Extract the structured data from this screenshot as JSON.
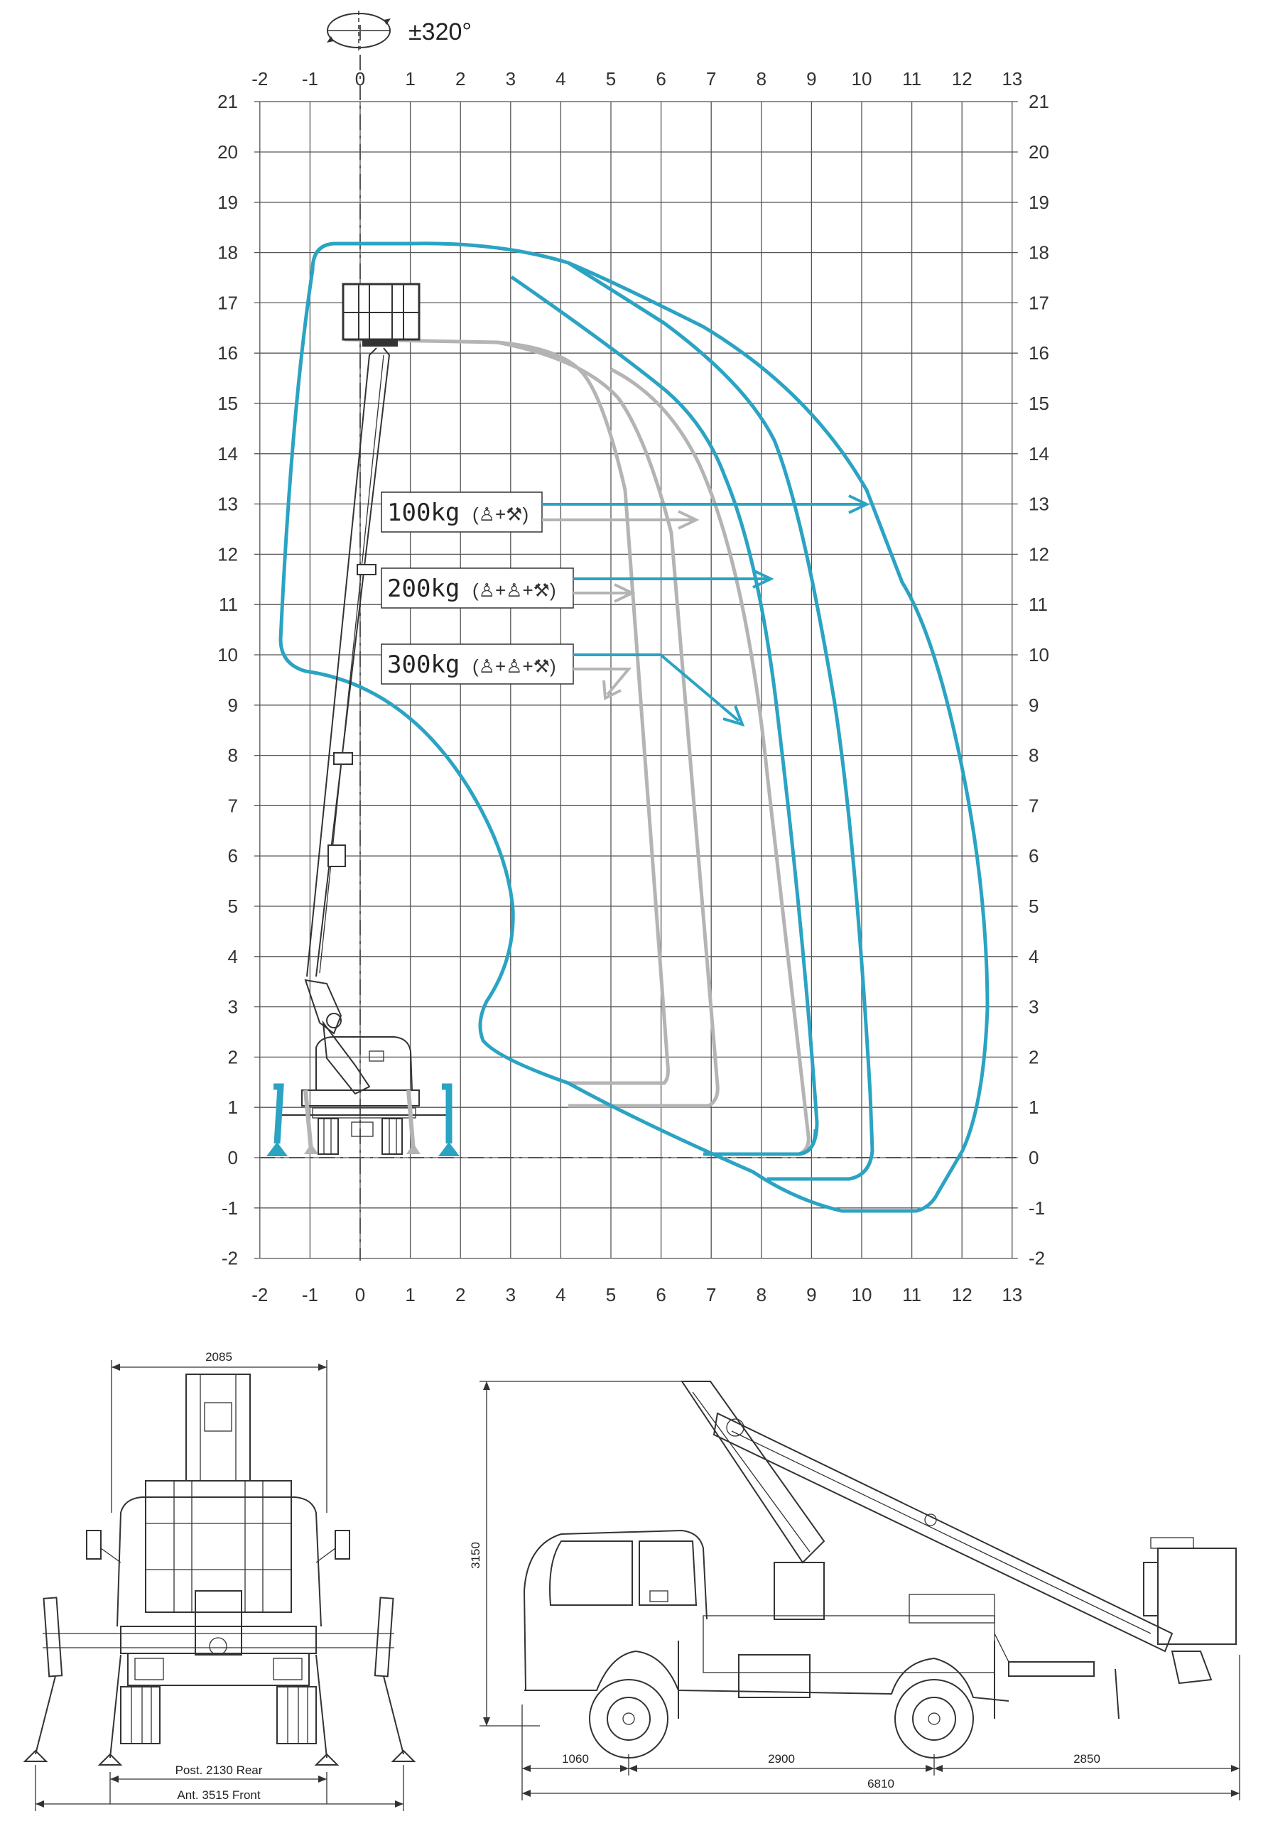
{
  "rotation": {
    "symbol": "rotation-symbol",
    "label": "±320°"
  },
  "chart": {
    "x_ticks": [
      -2,
      -1,
      0,
      1,
      2,
      3,
      4,
      5,
      6,
      7,
      8,
      9,
      10,
      11,
      12,
      13
    ],
    "y_ticks": [
      -2,
      -1,
      0,
      1,
      2,
      3,
      4,
      5,
      6,
      7,
      8,
      9,
      10,
      11,
      12,
      13,
      14,
      15,
      16,
      17,
      18,
      19,
      20,
      21
    ],
    "colors": {
      "envelope": "#2ba3c3",
      "reduced_envelope": "#b4b4b4",
      "grid": "#555555"
    }
  },
  "load_labels": [
    {
      "text": "100kg",
      "icons": "person + tool"
    },
    {
      "text": "200kg",
      "icons": "person + person + tool"
    },
    {
      "text": "300kg",
      "icons": "person + person + tool"
    }
  ],
  "dimensions": {
    "rear_width": "2085",
    "height": "3150",
    "post_rear": "Post. 2130 Rear",
    "ant_front": "Ant. 3515 Front",
    "front_overhang": "1060",
    "wheelbase": "2900",
    "rear_overhang": "2850",
    "total_length": "6810"
  }
}
